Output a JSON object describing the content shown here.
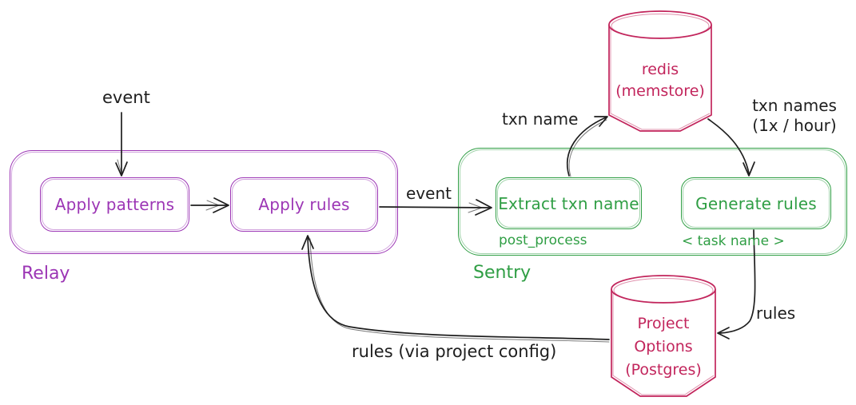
{
  "canvas": {
    "background": "#ffffff"
  },
  "colors": {
    "relay_purple": "#9c36b5",
    "sentry_green": "#2f9e44",
    "store_crimson": "#c2255c",
    "ink_black": "#1e1e1e"
  },
  "relay": {
    "label": "Relay",
    "apply_patterns": "Apply patterns",
    "apply_rules": "Apply rules"
  },
  "sentry": {
    "label": "Sentry",
    "extract_txn_name": "Extract txn name",
    "post_process": "post_process",
    "generate_rules": "Generate rules",
    "task_name": "< task name >"
  },
  "redis_store": {
    "line1": "redis",
    "line2": "(memstore)"
  },
  "project_options_store": {
    "line1": "Project",
    "line2": "Options",
    "line3": "(Postgres)"
  },
  "edge_labels": {
    "event_top": "event",
    "event_mid": "event",
    "txn_name": "txn name",
    "txn_names_line1": "txn names",
    "txn_names_line2": "(1x / hour)",
    "rules": "rules",
    "rules_via_project_config": "rules (via project config)"
  }
}
